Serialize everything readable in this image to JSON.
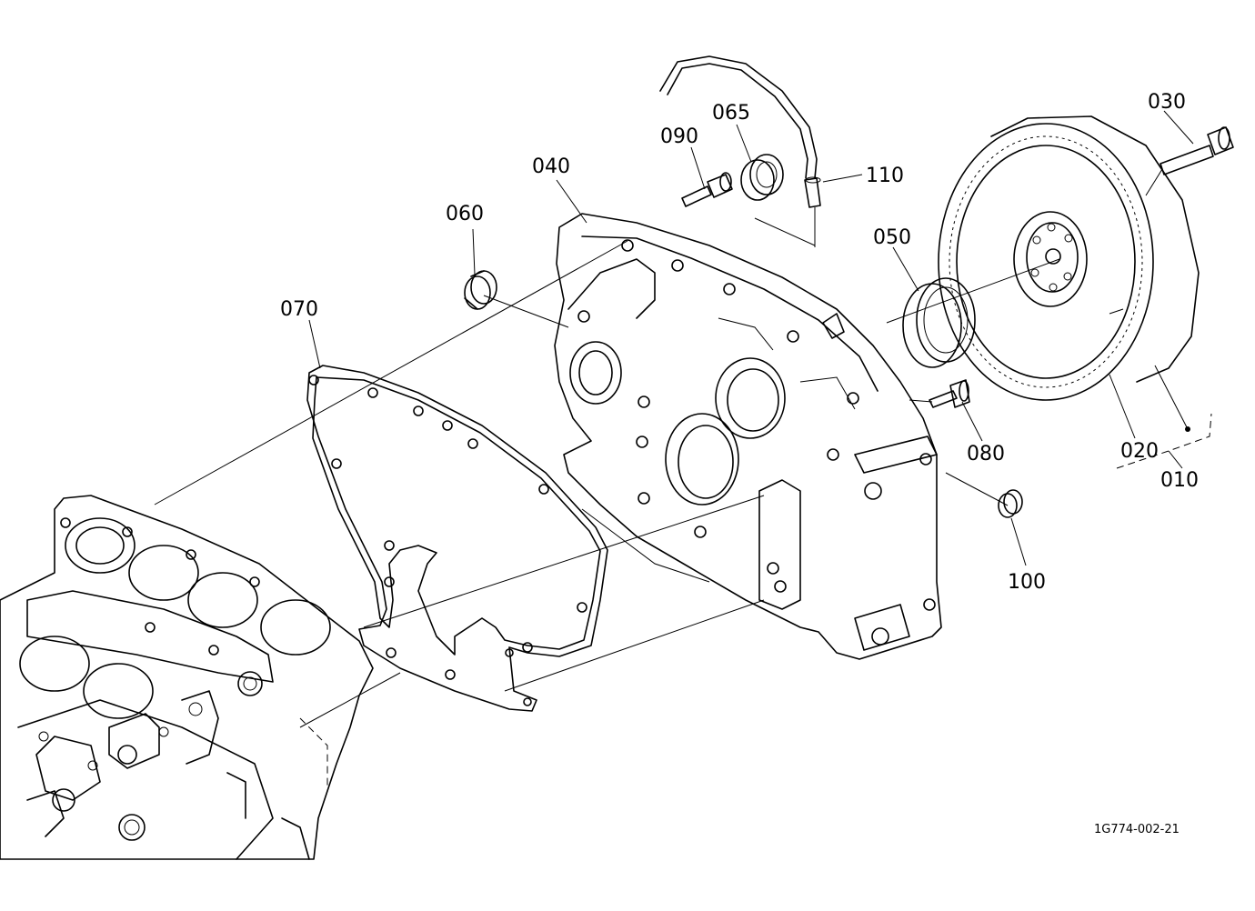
{
  "callouts": [
    "010",
    "020",
    "030",
    "040",
    "050",
    "060",
    "065",
    "070",
    "080",
    "090",
    "100",
    "110"
  ],
  "reference": "1G774-002-21"
}
